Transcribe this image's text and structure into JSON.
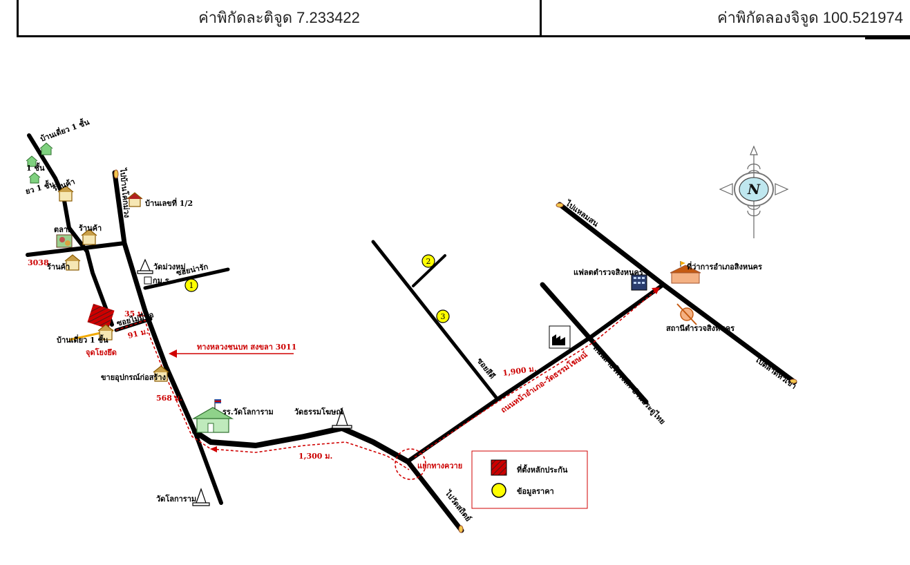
{
  "header": {
    "latitude_text": "ค่าพิกัดละติจูด 7.233422",
    "longitude_text": "ค่าพิกัดลองจิจูด 100.521974"
  },
  "map": {
    "labels": {
      "single_storey_top": "บ้านเดี่ยว 1 ชั้น",
      "single_storey_left_a": "1 ชั้น",
      "single_storey_left_b": "ยว 1 ชั้น",
      "shop_1": "ร้านค้า",
      "shop_2": "ร้านค้า",
      "shop_3": "ร้านค้า",
      "market": "ตลาด",
      "road_3038": "3038",
      "house_no": "บ้านเลขที่ 1/2",
      "to_north_road": "ไปบ้านโคกม่วง",
      "wat_muang_mai": "วัดม่วงหมู่",
      "soi_nam_rak": "ซอยน่ารัก",
      "community": "กม.ร",
      "distance_35": "35 ม.",
      "soi_label": "ซอยไม่มีชื่อ",
      "distance_91": "91 ม.",
      "single_storey_site": "บ้านเดี่ยว 1 ชั้น",
      "reference_point": "จุดโยงยึด",
      "highway": "ทางหลวงชนบท สงขลา 3011",
      "hardware_store": "ขายอุปกรณ์ก่อสร้าง",
      "distance_568": "568 ม.",
      "school": "รร.วัดโลการาม",
      "wat_lokaram": "วัดโลการาม",
      "wat_thammasophon": "วัดธรรมโฆษณ์",
      "distance_1300": "1,300 ม.",
      "junction": "แยกทางควาย",
      "to_south": "ไปวัดสถิตย์",
      "soi_siti": "ซอยสีดี",
      "distance_1900": "1,900 ม.",
      "main_road": "ถนนหน้าอำเภอ-วัดธรรมโฆษณ์",
      "road_right": "ถนนสายโพรงลึก-บ้านประดู่ไทย",
      "police_flats": "แฟลตตำรวจสิงหนคร",
      "district_office": "ที่ว่าการอำเภอสิงหนคร",
      "police_station": "สถานีตำรวจสิงหนคร",
      "to_top_right": "ไปแหลมสน",
      "to_bottom_right": "ไปตลาดหัวเขา",
      "north": "N"
    },
    "markers": {
      "price_1": "1",
      "price_2": "2",
      "price_3": "3"
    },
    "legend": {
      "site_label": "ที่ตั้งหลักประกัน",
      "price_label": "ข้อมูลราคา"
    },
    "colors": {
      "road": "#000000",
      "route": "#d00000",
      "site_fill": "#cc0000",
      "marker_fill": "#ffff00",
      "compass_fill": "#bfe7ef"
    }
  }
}
